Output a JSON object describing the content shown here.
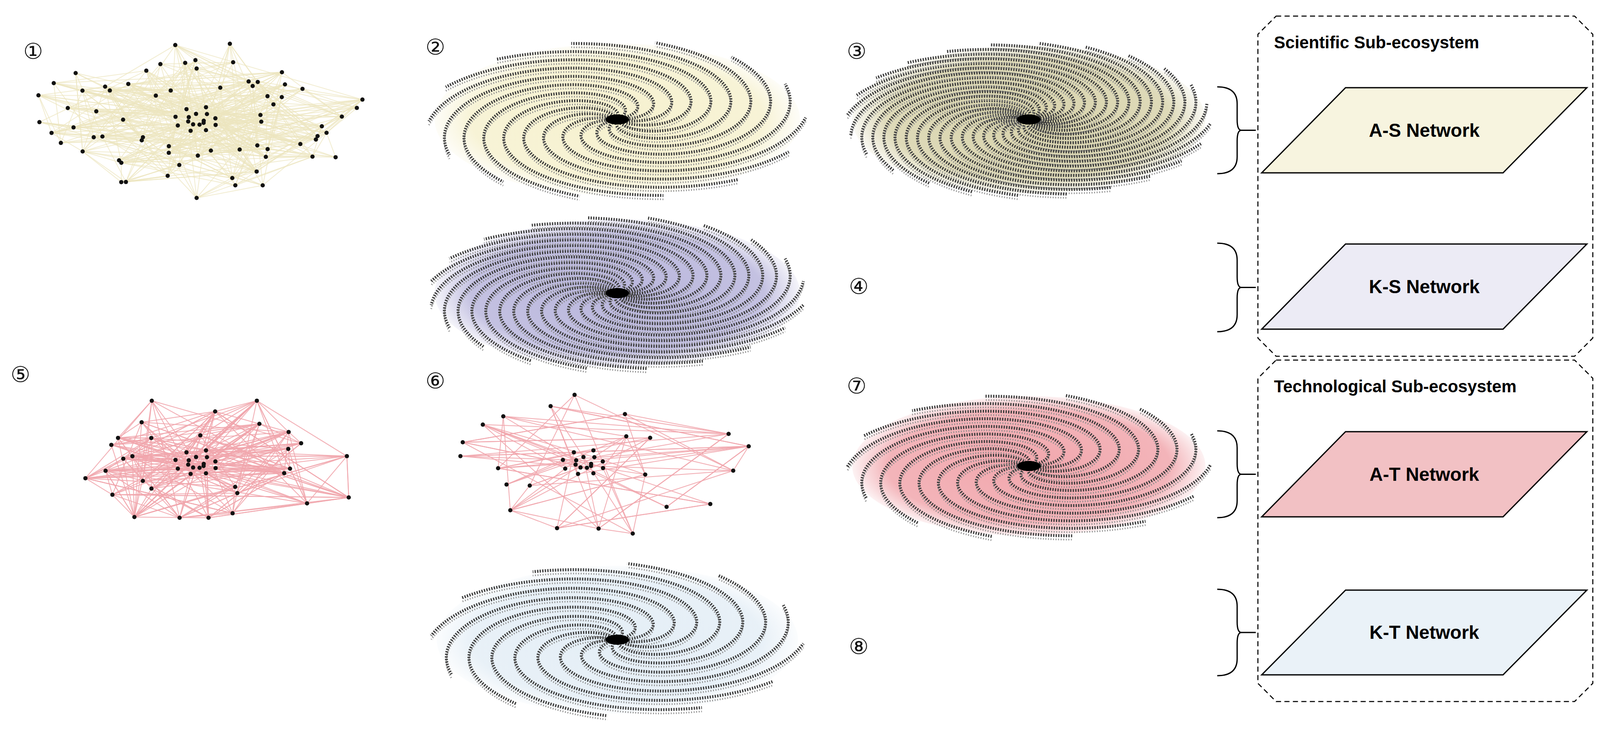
{
  "diagram": {
    "nodes": [
      {
        "text": [
          "Scientific Sub-ecosystem"
        ]
      },
      {
        "text": [
          "A-S Network"
        ],
        "in": 0
      },
      {
        "text": [
          "K-S Network"
        ],
        "in": 0
      },
      {
        "text": [
          "Technological Sub-ecosystem"
        ]
      },
      {
        "text": [
          "A-T Network"
        ],
        "in": 3
      },
      {
        "text": [
          "K-T Network"
        ],
        "in": 3
      }
    ],
    "labels": [
      "①",
      "②",
      "③",
      "④",
      "⑤",
      "⑥",
      "⑦",
      "⑧"
    ]
  }
}
